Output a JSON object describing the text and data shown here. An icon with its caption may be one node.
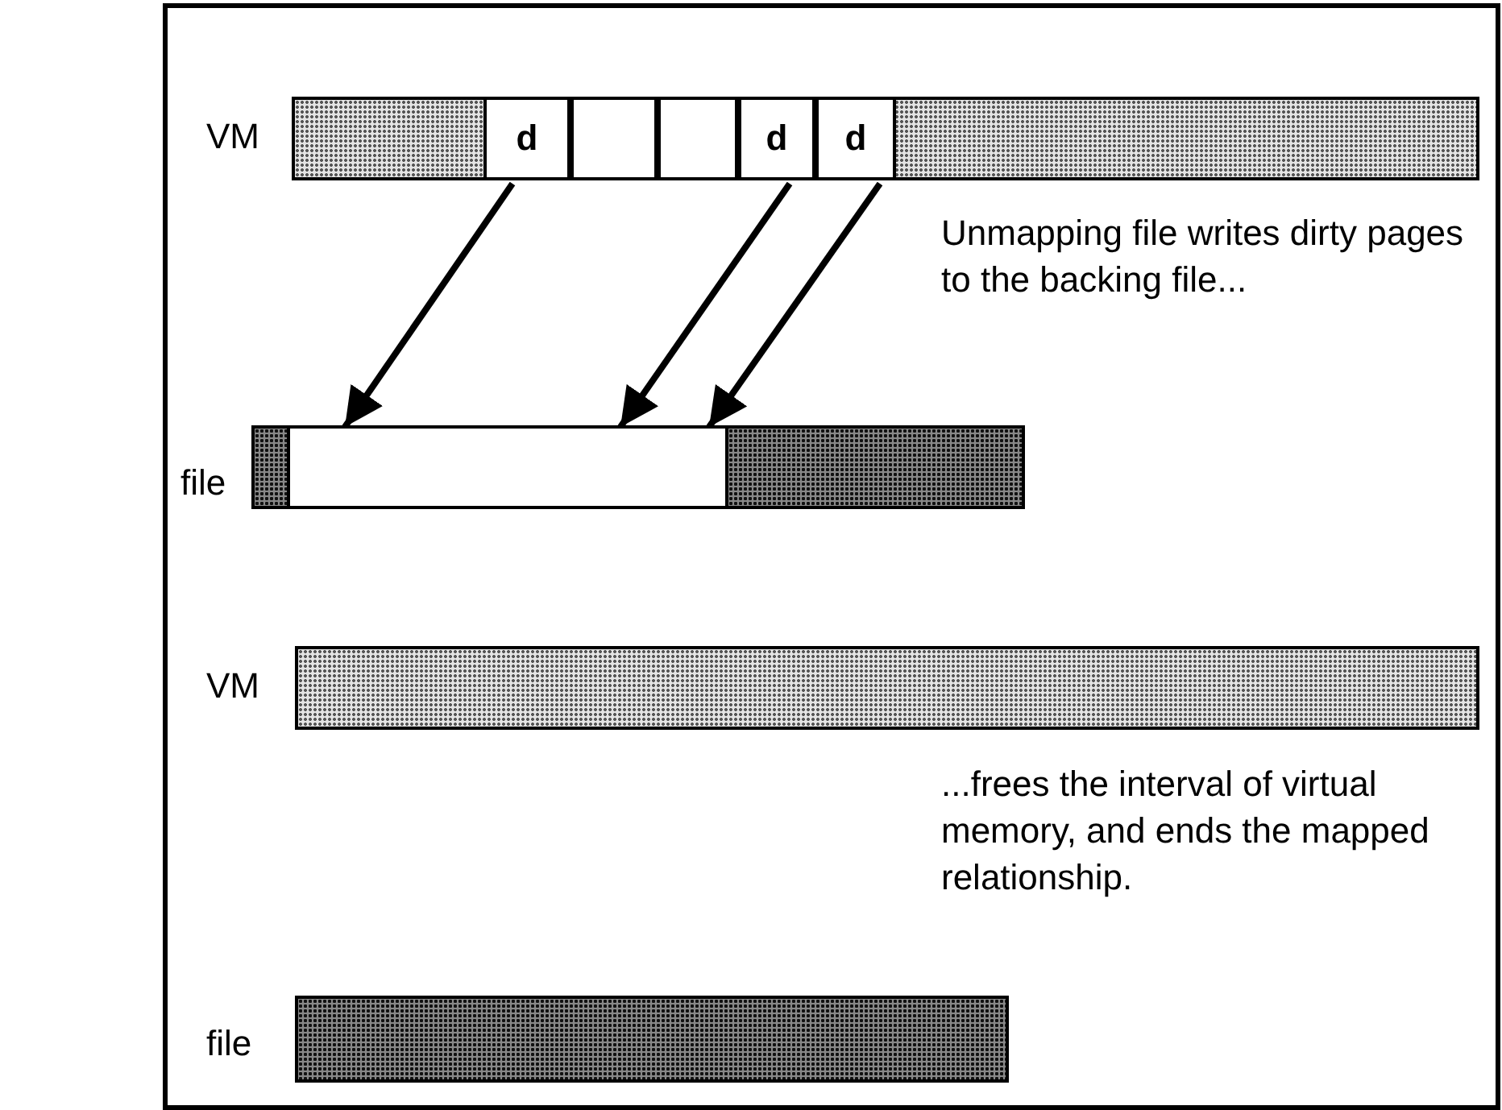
{
  "diagram": {
    "nodes": [
      {
        "text": [],
        "shape": "bar",
        "beside": [
          "VM"
        ]
      },
      {
        "text": [
          "d"
        ],
        "in": 0
      },
      {
        "text": [],
        "shape": "box",
        "in": 0
      },
      {
        "text": [],
        "shape": "box",
        "in": 0
      },
      {
        "text": [
          "d"
        ],
        "in": 0
      },
      {
        "text": [
          "d"
        ],
        "in": 0
      },
      {
        "text": [],
        "shape": "bar",
        "beside": [
          "file"
        ]
      },
      {
        "text": [],
        "shape": "box",
        "in": 6
      },
      {
        "text": [],
        "shape": "bar",
        "beside": [
          "VM"
        ]
      },
      {
        "text": [],
        "shape": "bar",
        "beside": [
          "file"
        ]
      }
    ],
    "edges": [
      {
        "from": 1,
        "to": 7,
        "arrow": "to"
      },
      {
        "from": 4,
        "to": 7,
        "arrow": "to"
      },
      {
        "from": 5,
        "to": 7,
        "arrow": "to"
      }
    ],
    "labels": [
      "Unmapping file writes dirty pages to the backing file...",
      "...frees the interval of virtual memory, and ends the mapped relationship."
    ]
  }
}
